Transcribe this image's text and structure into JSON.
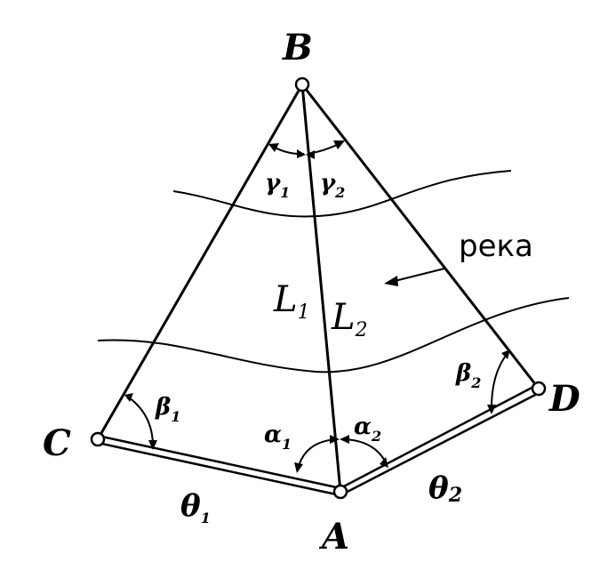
{
  "points": {
    "B": "B",
    "C": "C",
    "D": "D",
    "A": "A"
  },
  "angles": {
    "gamma1": {
      "sym": "γ",
      "sub": "1"
    },
    "gamma2": {
      "sym": "γ",
      "sub": "2"
    },
    "beta1": {
      "sym": "β",
      "sub": "1"
    },
    "beta2": {
      "sym": "β",
      "sub": "2"
    },
    "alpha1": {
      "sym": "α",
      "sub": "1"
    },
    "alpha2": {
      "sym": "α",
      "sub": "2"
    }
  },
  "distances": {
    "L1": {
      "sym": "L",
      "sub": "1"
    },
    "L2": {
      "sym": "L",
      "sub": "2"
    }
  },
  "bases": {
    "b1": {
      "sym": "θ",
      "sub": "1"
    },
    "b2": {
      "sym": "θ",
      "sub": "2"
    }
  },
  "river_label": "река",
  "colors": {
    "line": "#000000",
    "background": "#ffffff"
  }
}
